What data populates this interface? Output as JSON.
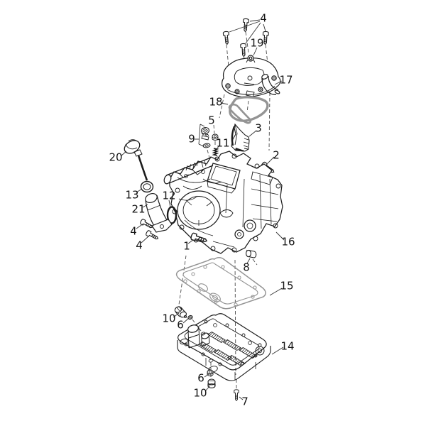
{
  "figure": {
    "type": "exploded-parts-diagram",
    "colors": {
      "line": "#1c1c1c",
      "gasket": "#949494",
      "leader": "#333333",
      "axis": "#4a4a4a",
      "background": "#ffffff"
    }
  },
  "callouts": [
    {
      "id": "4-top",
      "label": "4"
    },
    {
      "id": "19",
      "label": "19"
    },
    {
      "id": "17",
      "label": "17"
    },
    {
      "id": "18",
      "label": "18"
    },
    {
      "id": "5",
      "label": "5"
    },
    {
      "id": "3",
      "label": "3"
    },
    {
      "id": "9",
      "label": "9"
    },
    {
      "id": "11",
      "label": "11"
    },
    {
      "id": "2",
      "label": "2"
    },
    {
      "id": "20",
      "label": "20"
    },
    {
      "id": "13",
      "label": "13"
    },
    {
      "id": "12",
      "label": "12"
    },
    {
      "id": "21",
      "label": "21"
    },
    {
      "id": "4-left-a",
      "label": "4"
    },
    {
      "id": "4-left-b",
      "label": "4"
    },
    {
      "id": "1",
      "label": "1"
    },
    {
      "id": "16",
      "label": "16"
    },
    {
      "id": "8",
      "label": "8"
    },
    {
      "id": "15",
      "label": "15"
    },
    {
      "id": "10-upper",
      "label": "10"
    },
    {
      "id": "6-upper",
      "label": "6"
    },
    {
      "id": "14",
      "label": "14"
    },
    {
      "id": "6-lower",
      "label": "6"
    },
    {
      "id": "10-lower",
      "label": "10"
    },
    {
      "id": "7",
      "label": "7"
    }
  ]
}
